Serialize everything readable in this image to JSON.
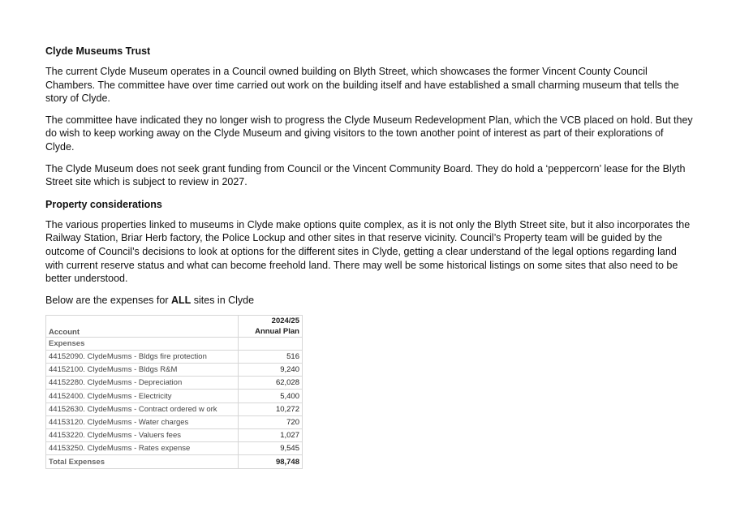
{
  "doc": {
    "heading1": "Clyde Museums Trust",
    "paragraphs1": [
      "The current Clyde Museum operates in a Council owned building on Blyth Street, which showcases the former Vincent County Council Chambers. The committee have over time carried out work on the building itself and have established a small charming museum that tells the story of Clyde.",
      "The committee have indicated they no longer wish to progress the Clyde Museum Redevelopment Plan, which the VCB placed on hold. But they do wish to keep working away on the Clyde Museum and giving visitors to the town another point of interest as part of their explorations of Clyde.",
      "The Clyde Museum does not seek grant funding from Council or the Vincent Community Board. They do hold a ‘peppercorn’ lease for the Blyth Street site which is subject to review in 2027."
    ],
    "heading2": "Property considerations",
    "paragraph2": "The various properties linked to museums in Clyde make options quite complex, as it is not only the Blyth Street site, but it also incorporates the Railway Station, Briar Herb factory, the Police Lockup and other sites in that reserve vicinity. Council’s Property team will be guided by the outcome of Council’s decisions to look at options for the different sites in Clyde, getting a clear understand of the legal options regarding land with current reserve status and what can become freehold land. There may well be some historical listings on some sites that also need to be better understood.",
    "table_intro_pre": "Below are the expenses for ",
    "table_intro_bold": "ALL",
    "table_intro_post": " sites in Clyde"
  },
  "table": {
    "header_account": "Account",
    "header_year": "2024/25",
    "header_plan": "Annual Plan",
    "group_label": "Expenses",
    "rows": [
      {
        "account": "44152090. ClydeMusms - Bldgs fire protection",
        "value": "516"
      },
      {
        "account": "44152100. ClydeMusms - Bldgs R&M",
        "value": "9,240"
      },
      {
        "account": "44152280. ClydeMusms - Depreciation",
        "value": "62,028"
      },
      {
        "account": "44152400. ClydeMusms - Electricity",
        "value": "5,400"
      },
      {
        "account": "44152630. ClydeMusms - Contract ordered w ork",
        "value": "10,272"
      },
      {
        "account": "44153120. ClydeMusms - Water charges",
        "value": "720"
      },
      {
        "account": "44153220. ClydeMusms - Valuers fees",
        "value": "1,027"
      },
      {
        "account": "44153250. ClydeMusms - Rates expense",
        "value": "9,545"
      }
    ],
    "total_label": "Total Expenses",
    "total_value": "98,748"
  }
}
